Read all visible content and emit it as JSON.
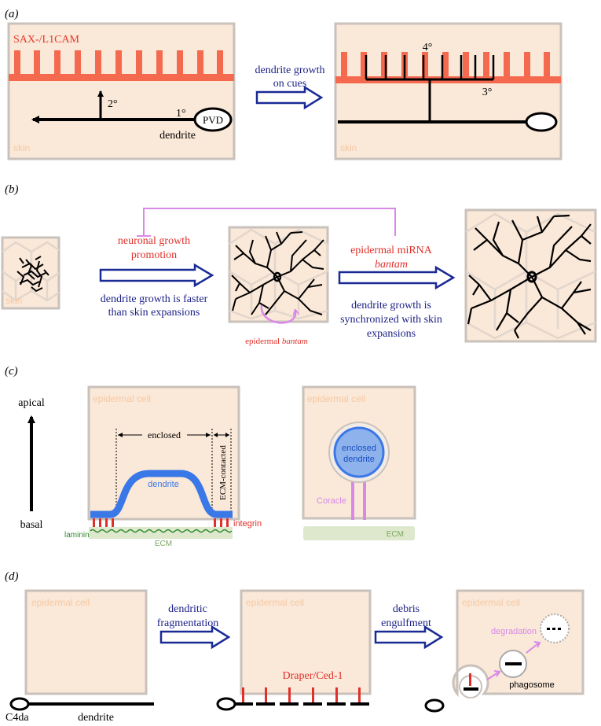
{
  "panels": {
    "a": {
      "label": "(a)",
      "sax_label": "SAX-/L1CAM",
      "skin_label_left": "skin",
      "skin_label_right": "skin",
      "branch_2": "2°",
      "branch_1": "1°",
      "pvd": "PVD",
      "dendrite": "dendrite",
      "arrow_line1": "dendrite growth",
      "arrow_line2": "on cues",
      "branch_4": "4°",
      "branch_3": "3°"
    },
    "b": {
      "label": "(b)",
      "skin_label": "skin",
      "promo_line1": "neuronal growth",
      "promo_line2": "promotion",
      "faster_line1": "dendrite growth is faster",
      "faster_line2": "than skin expansions",
      "mirna_line1": "epidermal miRNA",
      "mirna_line2": "bantam",
      "sync_line1": "dendrite growth is",
      "sync_line2": "synchronized with skin",
      "sync_line3": "expansions",
      "bantam_prefix": "epidermal ",
      "bantam_word": "bantam"
    },
    "c": {
      "label": "(c)",
      "apical": "apical",
      "basal": "basal",
      "epidermal_cell_left": "epidermal cell",
      "epidermal_cell_right": "epidermal cell",
      "enclosed": "enclosed",
      "ecm_contacted": "ECM-contacted",
      "dendrite": "dendrite",
      "integrin": "integrin",
      "laminin": "laminin",
      "ecm_left": "ECM",
      "enclosed_dendrite_line1": "enclosed",
      "enclosed_dendrite_line2": "dendrite",
      "coracle": "Coracle",
      "ecm_right": "ECM"
    },
    "d": {
      "label": "(d)",
      "epidermal_cell_1": "epidermal cell",
      "epidermal_cell_2": "epidermal cell",
      "epidermal_cell_3": "epidermal cell",
      "frag_line1": "dendritic",
      "frag_line2": "fragmentation",
      "engulf_line1": "debris",
      "engulf_line2": "engulfment",
      "draper": "Draper/Ced-1",
      "degradation": "degradation",
      "phagosome": "phagosome",
      "c4da": "C4da",
      "dendrite": "dendrite"
    }
  },
  "colors": {
    "skin_fill": "#fae8d8",
    "skin_border": "#c9c1bb",
    "sax_red": "#f56a4f",
    "navy_text": "#1a1f85",
    "arrow_blue": "#1a2a95",
    "dendrite_blue": "#3a78e8",
    "violet": "#d889e8",
    "ecm_green": "#dde8cc",
    "laminin_green": "#2e8b2e",
    "red_text": "#e0302a"
  }
}
